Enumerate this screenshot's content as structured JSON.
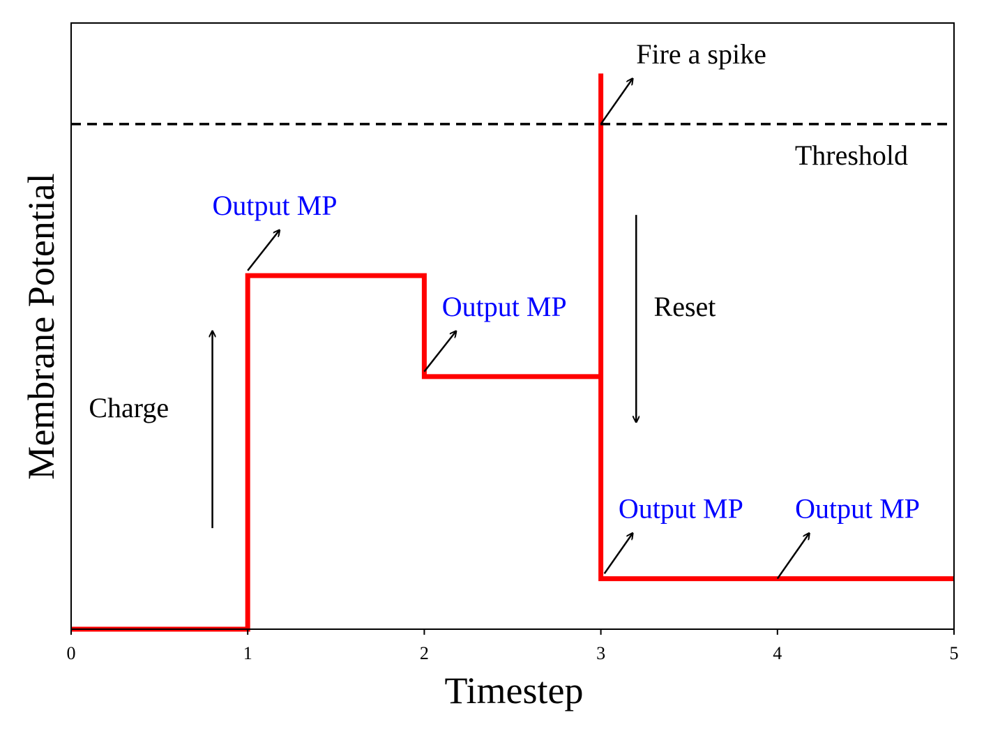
{
  "chart_data": {
    "type": "line",
    "xlabel": "Timestep",
    "ylabel": "Membrane Potential",
    "xlim": [
      0,
      5
    ],
    "ylim": [
      0,
      1.2
    ],
    "x_ticks": [
      "0",
      "1",
      "2",
      "3",
      "4",
      "5"
    ],
    "y_ticks": [],
    "grid": false,
    "series": [
      {
        "color": "#ff0000",
        "step": true,
        "points": [
          {
            "x": 0,
            "y": 0.0
          },
          {
            "x": 1,
            "y": 0.0
          },
          {
            "x": 1,
            "y": 0.7
          },
          {
            "x": 2,
            "y": 0.7
          },
          {
            "x": 2,
            "y": 0.5
          },
          {
            "x": 3,
            "y": 0.5
          },
          {
            "x": 3,
            "y": 1.1
          },
          {
            "x": 3,
            "y": 0.1
          },
          {
            "x": 5,
            "y": 0.1
          }
        ]
      }
    ],
    "threshold": {
      "y": 1.0,
      "label": "Threshold",
      "style": "dashed",
      "color": "#000000"
    },
    "annotations": [
      {
        "text": "Charge",
        "color": "#000000",
        "x": 0.1,
        "y": 0.42
      },
      {
        "text": "Reset",
        "color": "#000000",
        "x": 3.3,
        "y": 0.62
      },
      {
        "text": "Fire a spike",
        "color": "#000000",
        "x": 3.2,
        "y": 1.12
      },
      {
        "text": "Output MP",
        "color": "#0000ff",
        "x": 0.8,
        "y": 0.82
      },
      {
        "text": "Output MP",
        "color": "#0000ff",
        "x": 2.1,
        "y": 0.62
      },
      {
        "text": "Output MP",
        "color": "#0000ff",
        "x": 3.1,
        "y": 0.22
      },
      {
        "text": "Output MP",
        "color": "#0000ff",
        "x": 4.1,
        "y": 0.22
      }
    ],
    "arrows": [
      {
        "name": "charge-arrow",
        "from": [
          0.8,
          0.2
        ],
        "to": [
          0.8,
          0.59
        ]
      },
      {
        "name": "reset-arrow",
        "from": [
          3.2,
          0.82
        ],
        "to": [
          3.2,
          0.41
        ]
      },
      {
        "name": "spike-arrow",
        "from": [
          3.0,
          1.0
        ],
        "to": [
          3.18,
          1.09
        ]
      },
      {
        "name": "output-arrow-1",
        "from": [
          1.0,
          0.71
        ],
        "to": [
          1.18,
          0.79
        ]
      },
      {
        "name": "output-arrow-2",
        "from": [
          2.0,
          0.51
        ],
        "to": [
          2.18,
          0.59
        ]
      },
      {
        "name": "output-arrow-3",
        "from": [
          3.02,
          0.11
        ],
        "to": [
          3.18,
          0.19
        ]
      },
      {
        "name": "output-arrow-4",
        "from": [
          4.0,
          0.1
        ],
        "to": [
          4.18,
          0.19
        ]
      }
    ]
  }
}
